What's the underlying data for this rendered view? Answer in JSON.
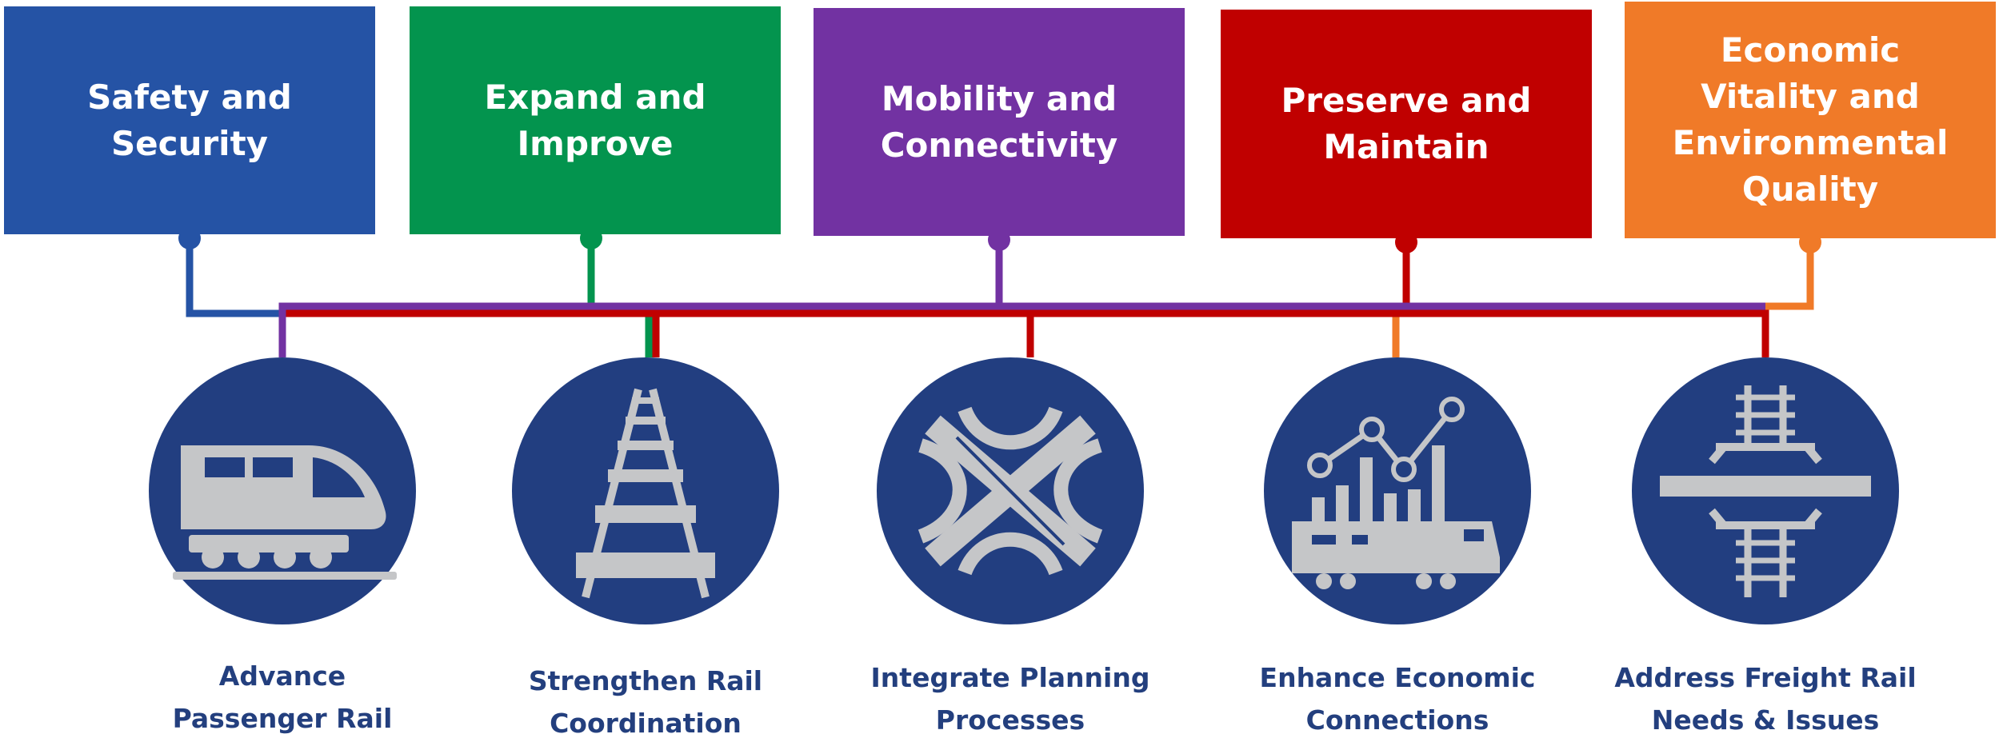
{
  "goals": [
    {
      "label": "Safety and\nSecurity",
      "color": "#2553a5"
    },
    {
      "label": "Expand and\nImprove",
      "color": "#03944e"
    },
    {
      "label": "Mobility and\nConnectivity",
      "color": "#7232a2"
    },
    {
      "label": "Preserve and\nMaintain",
      "color": "#c00000"
    },
    {
      "label": "Economic\nVitality and\nEnvironmental\nQuality",
      "color": "#f07a28"
    }
  ],
  "objectives": [
    {
      "label": "Advance\nPassenger Rail",
      "icon": "passenger-train-icon"
    },
    {
      "label": "Strengthen Rail\nCoordination",
      "icon": "rail-track-icon"
    },
    {
      "label": "Integrate Planning\nProcesses",
      "icon": "highway-interchange-icon"
    },
    {
      "label": "Enhance Economic\nConnections",
      "icon": "freight-train-chart-icon"
    },
    {
      "label": "Address Freight Rail\nNeeds & Issues",
      "icon": "rail-crossing-icon"
    }
  ],
  "circle_color": "#223e80",
  "icon_color": "#c5c6c8"
}
